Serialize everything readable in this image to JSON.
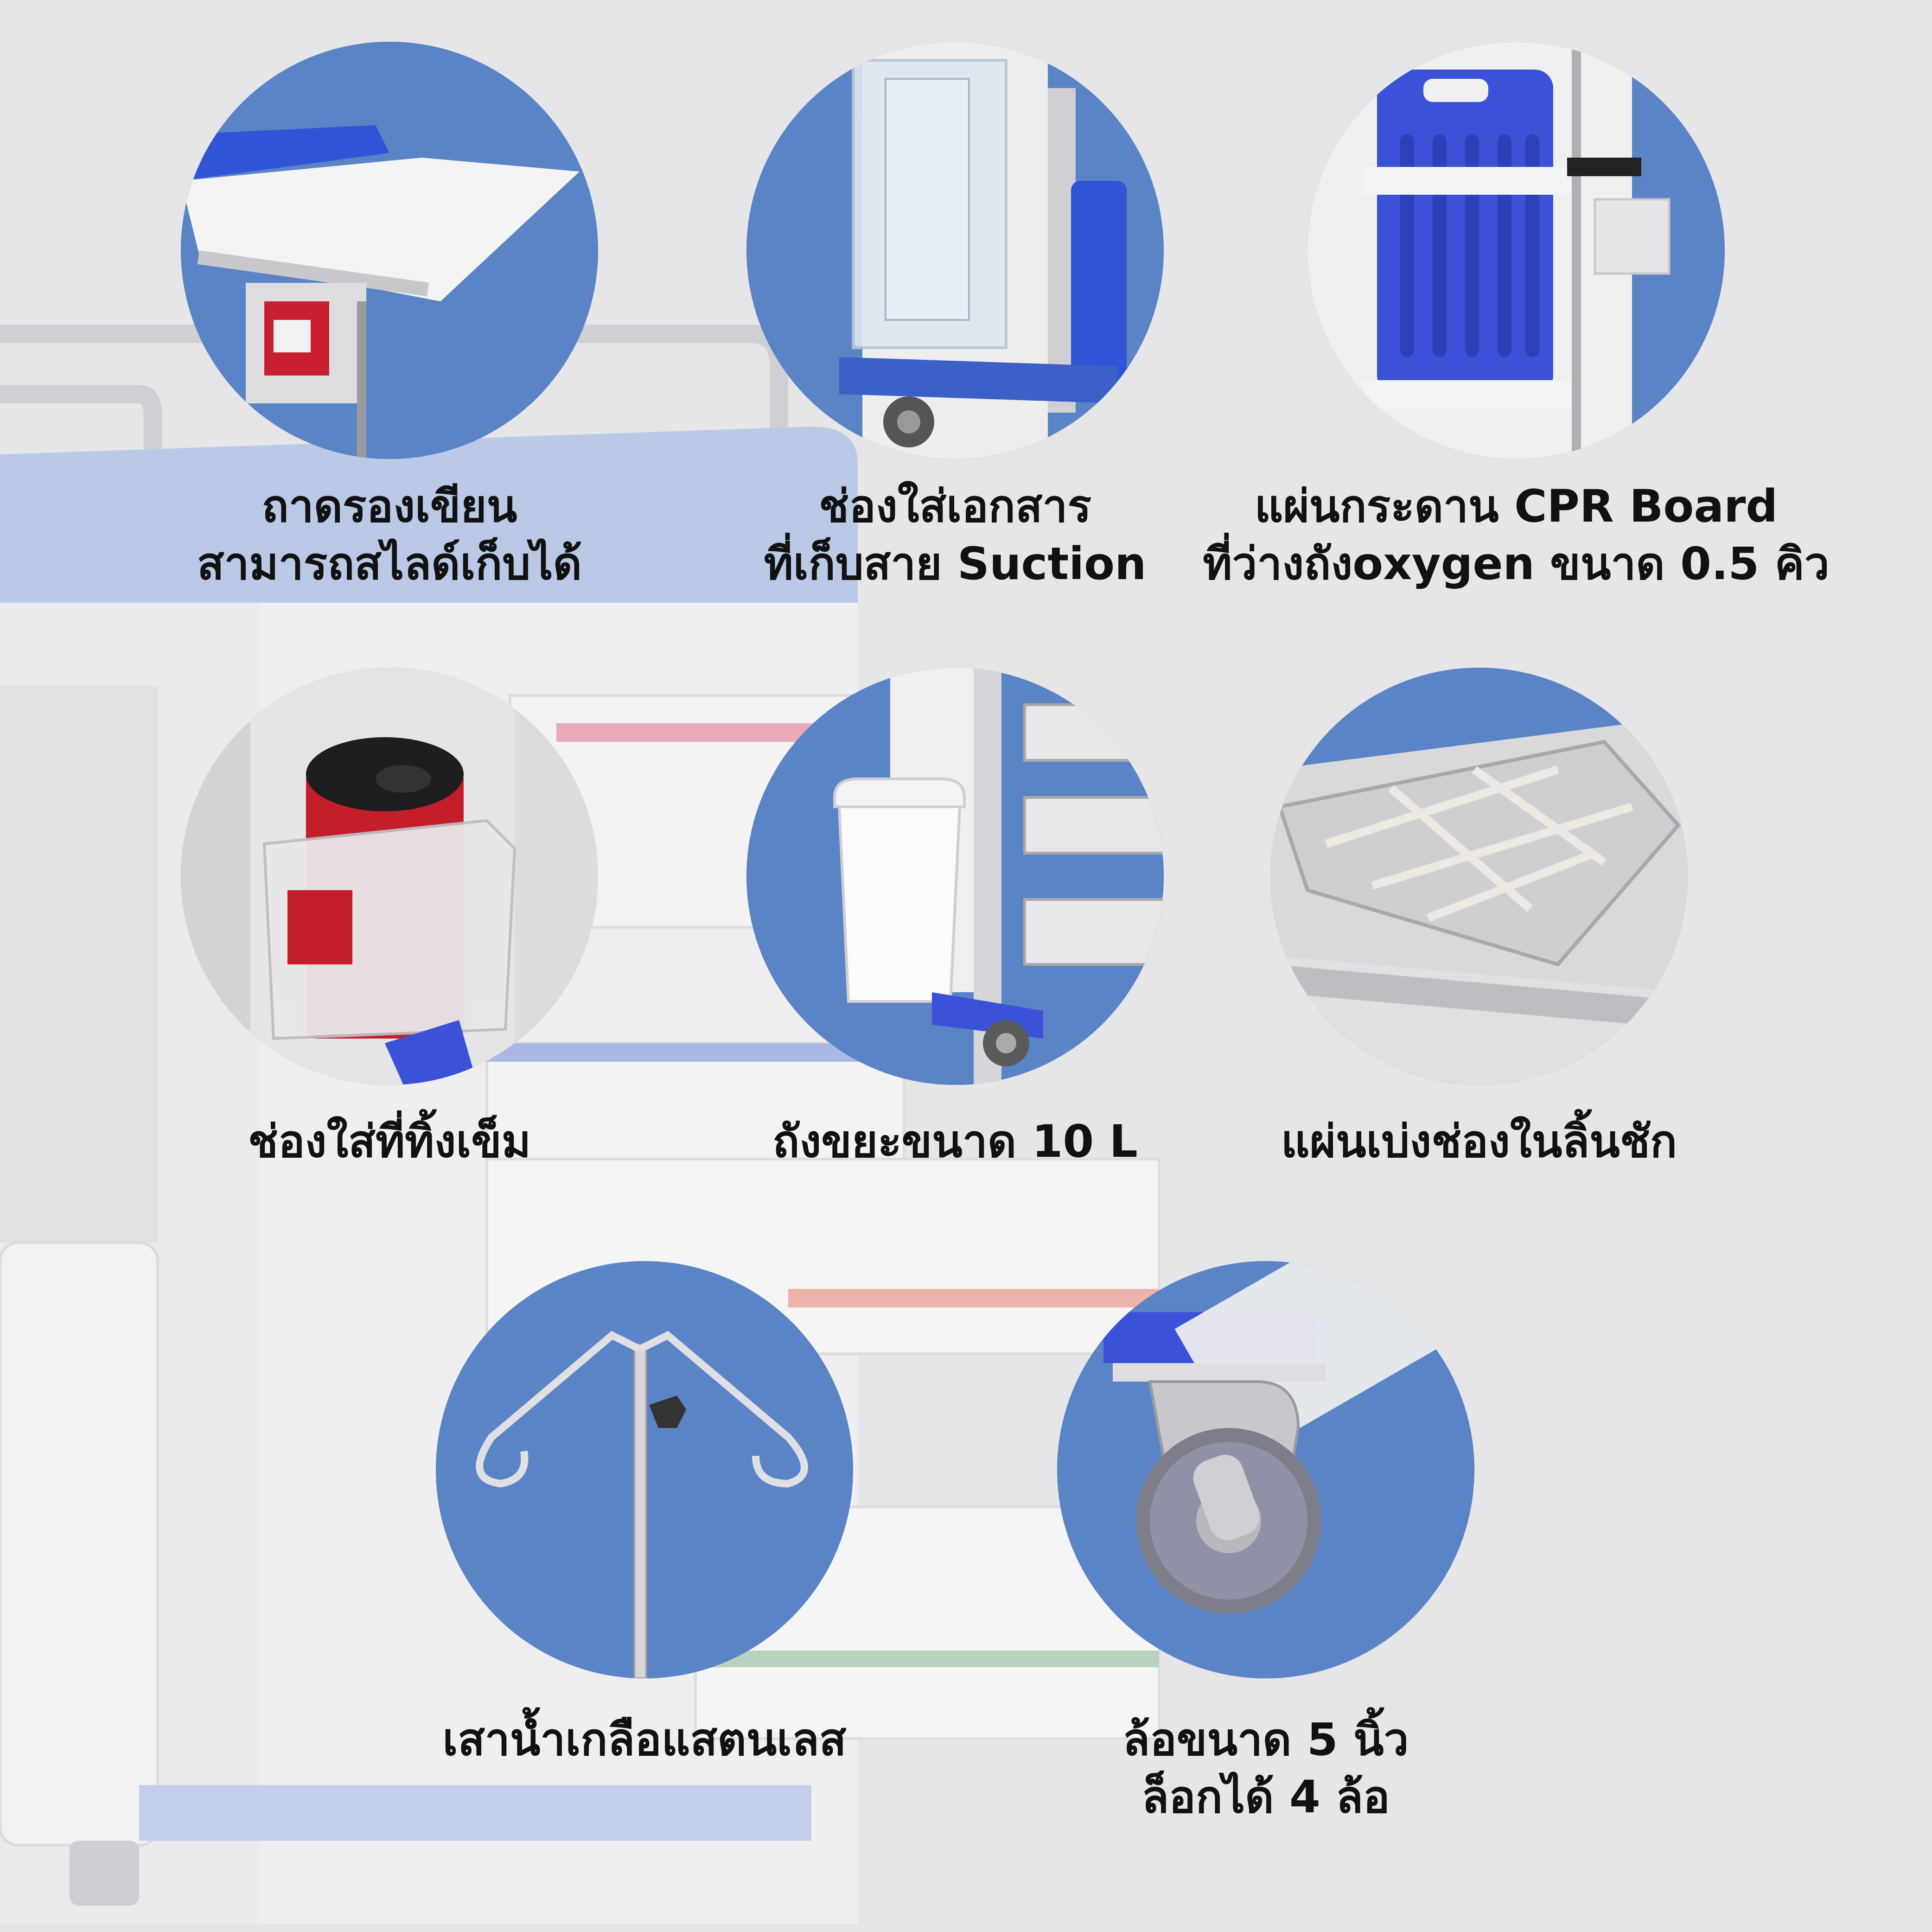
{
  "colors": {
    "background": "#e6e6e8",
    "circle": "#5a84c6",
    "accent_blue": "#3c5fc8",
    "caption_text": "#111111"
  },
  "features": [
    {
      "id": "writing-tray",
      "icon": "slide-out-tray",
      "lines": [
        "ถาดรองเขียน",
        "สามารถสไลด์เก็บได้"
      ]
    },
    {
      "id": "document-holder",
      "icon": "document-holder",
      "lines": [
        "ช่องใส่เอกสาร",
        "ที่เก็บสาย Suction"
      ]
    },
    {
      "id": "cpr-board",
      "icon": "cpr-board",
      "lines": [
        "แผ่นกระดาน CPR Board",
        "ที่ว่างถังoxygen ขนาด 0.5 คิว"
      ]
    },
    {
      "id": "sharps-holder",
      "icon": "sharps-container",
      "lines": [
        "ช่องใส่ที่ทิ้งเข็ม"
      ]
    },
    {
      "id": "waste-bin",
      "icon": "waste-bin",
      "lines": [
        "ถังขยะขนาด 10 L"
      ]
    },
    {
      "id": "drawer-dividers",
      "icon": "drawer-dividers",
      "lines": [
        "แผ่นเบ่งช่องในลิ้นชัก"
      ]
    },
    {
      "id": "iv-pole",
      "icon": "iv-pole",
      "lines": [
        "เสาน้ำเกลือแสตนเลส"
      ]
    },
    {
      "id": "caster-wheel",
      "icon": "caster-wheel",
      "lines": [
        "ล้อขนาด 5 นิ้ว",
        "ล็อกได้ 4 ล้อ"
      ]
    }
  ]
}
